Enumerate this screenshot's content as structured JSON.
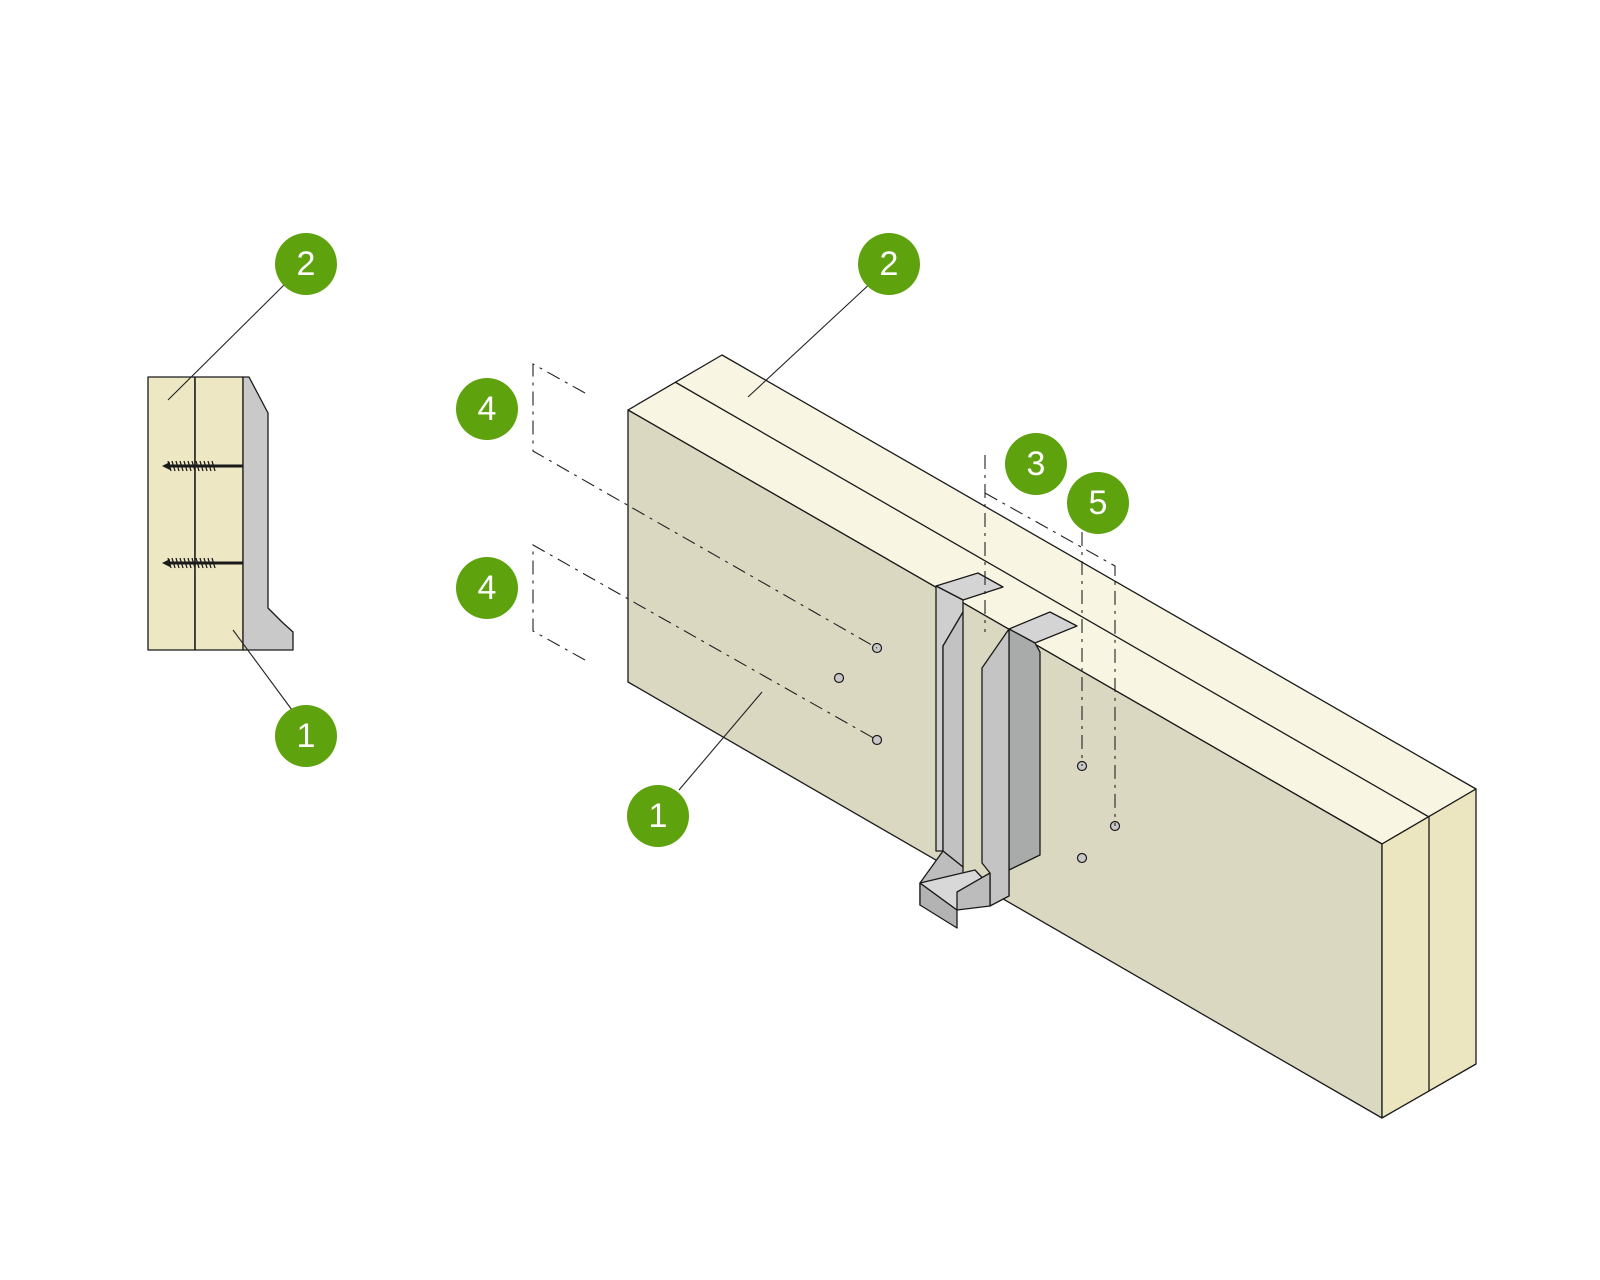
{
  "colors": {
    "callout_fill": "#5ea20e",
    "callout_text": "#ffffff",
    "timber_front": "#dbd8c2",
    "timber_top": "#f8f6e3",
    "timber_end": "#ebe5c0",
    "section_fill": "#ede7c4",
    "steel_light": "#cfcfcf",
    "steel_mid": "#bcbcbc",
    "steel_dark": "#a9abab",
    "line": "#1a1a1a"
  },
  "section_view": {
    "callouts": [
      {
        "id": "section-callout-2",
        "label": "2"
      },
      {
        "id": "section-callout-1",
        "label": "1"
      }
    ],
    "icons": [
      "screw-icon",
      "screw-icon",
      "hanger-section-icon"
    ]
  },
  "iso_view": {
    "callouts": [
      {
        "id": "iso-callout-2",
        "label": "2"
      },
      {
        "id": "iso-callout-1",
        "label": "1"
      },
      {
        "id": "iso-callout-3",
        "label": "3"
      },
      {
        "id": "iso-callout-5",
        "label": "5"
      },
      {
        "id": "iso-callout-4-upper",
        "label": "4"
      },
      {
        "id": "iso-callout-4-lower",
        "label": "4"
      }
    ],
    "icons": [
      "joist-hanger-icon",
      "fastener-icon"
    ]
  }
}
